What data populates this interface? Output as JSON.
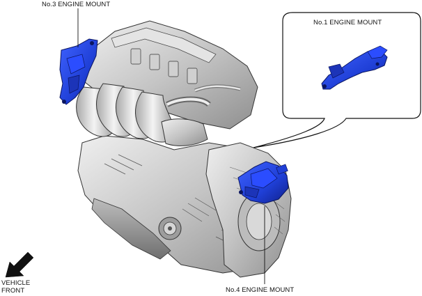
{
  "labels": {
    "no3_mount": "No.3 ENGINE MOUNT",
    "no1_mount": "No.1 ENGINE MOUNT",
    "no4_mount": "No.4 ENGINE MOUNT",
    "direction_line1": "VEHICLE",
    "direction_line2": "FRONT"
  },
  "colors": {
    "mount_blue": "#1f3fd6",
    "mount_blue_dark": "#10208a",
    "engine_gray": "#c9c9c9",
    "engine_shadow": "#8a8a8a",
    "outline": "#1a1a1a"
  },
  "icons": {
    "direction": "vehicle-front-arrow-icon"
  }
}
